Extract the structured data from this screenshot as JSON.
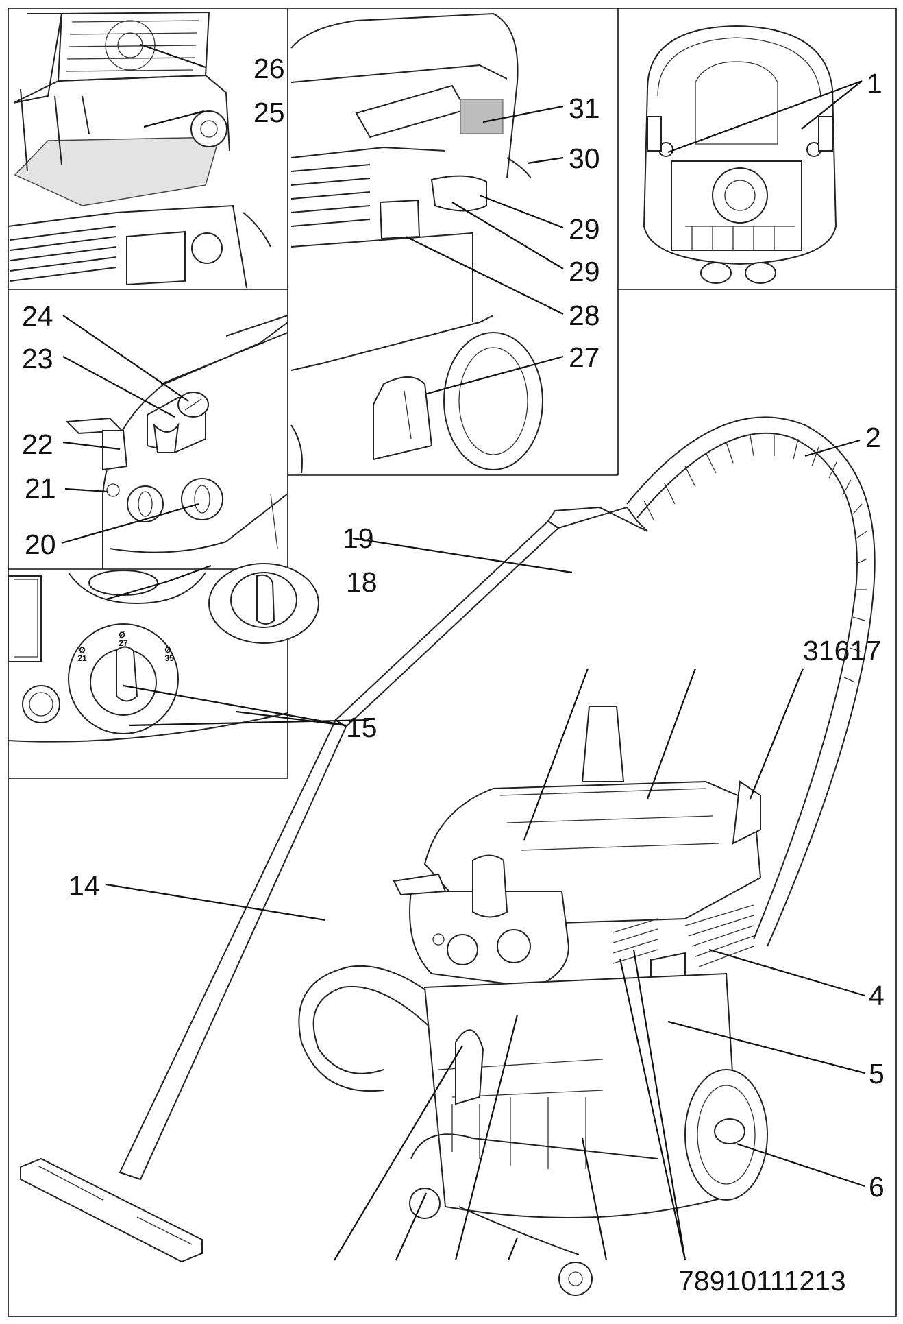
{
  "callouts": {
    "c1": "1",
    "c2": "2",
    "c4": "4",
    "c5": "5",
    "c6": "6",
    "c14": "14",
    "c15": "15",
    "c18": "18",
    "c19": "19",
    "c20": "20",
    "c21": "21",
    "c22": "22",
    "c23": "23",
    "c24": "24",
    "c25": "25",
    "c26": "26",
    "c27": "27",
    "c28": "28",
    "c29a": "29",
    "c29b": "29",
    "c30": "30",
    "c31": "31",
    "c3_16_17": "31617",
    "c7_13": "78910111213"
  },
  "dial_marks": {
    "d21": "21",
    "d27": "27",
    "d35": "35",
    "diameter_symbol": "Ø"
  }
}
